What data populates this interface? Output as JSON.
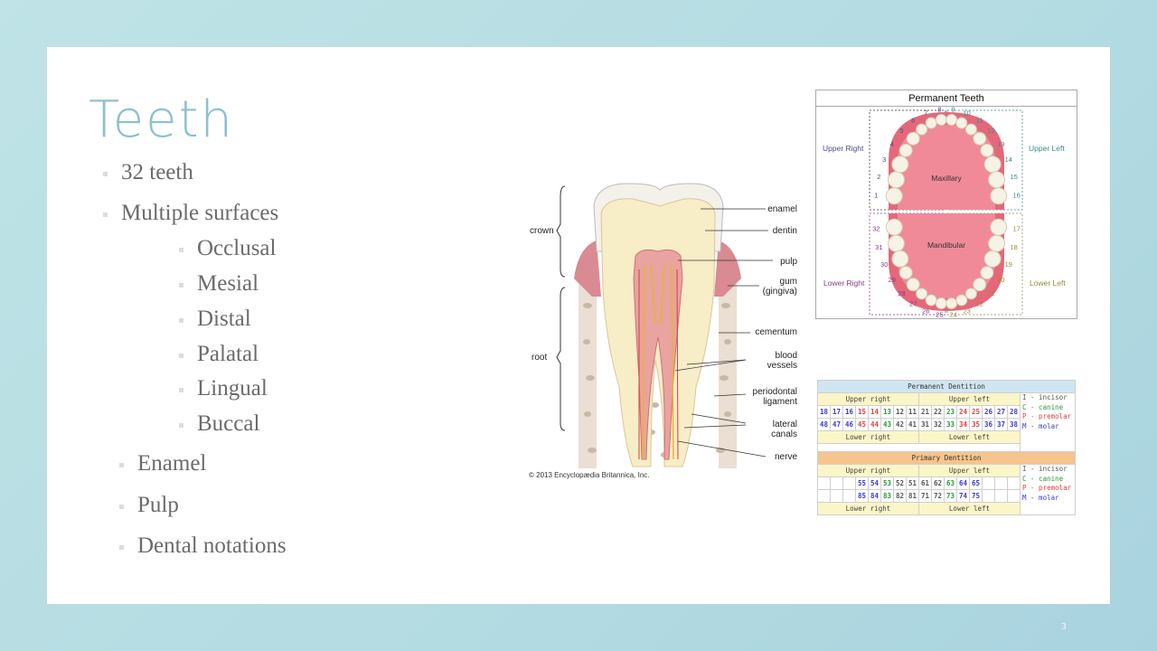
{
  "slide": {
    "title": "Teeth",
    "page_number": "3",
    "bullets": [
      {
        "text": "32 teeth",
        "level": 1
      },
      {
        "text": "Multiple surfaces",
        "level": 1
      },
      {
        "text": "Occlusal",
        "level": 2
      },
      {
        "text": "Mesial",
        "level": 2
      },
      {
        "text": "Distal",
        "level": 2
      },
      {
        "text": "Palatal",
        "level": 2
      },
      {
        "text": "Lingual",
        "level": 2
      },
      {
        "text": "Buccal",
        "level": 2
      },
      {
        "text": "Enamel",
        "level": 1
      },
      {
        "text": "Pulp",
        "level": 1
      },
      {
        "text": "Dental notations",
        "level": 1
      }
    ]
  },
  "tooth_diagram": {
    "labels": {
      "crown": "crown",
      "root": "root",
      "enamel": "enamel",
      "dentin": "dentin",
      "pulp": "pulp",
      "gum": "gum\n(gingiva)",
      "cementum": "cementum",
      "blood_vessels": "blood\nvessels",
      "periodontal": "periodontal\nligament",
      "lateral": "lateral\ncanals",
      "nerve": "nerve"
    },
    "copyright": "© 2013 Encyclopædia Britannica, Inc."
  },
  "permanent_teeth": {
    "title": "Permanent Teeth",
    "upper_right": "Upper Right",
    "upper_left": "Upper Left",
    "lower_right": "Lower Right",
    "lower_left": "Lower Left",
    "maxillary": "Maxillary",
    "mandibular": "Mandibular",
    "upper_numbers": [
      "1",
      "2",
      "3",
      "4",
      "5",
      "6",
      "7",
      "8",
      "9",
      "10",
      "11",
      "12",
      "13",
      "14",
      "15",
      "16"
    ],
    "lower_numbers": [
      "17",
      "18",
      "19",
      "20",
      "21",
      "22",
      "23",
      "24",
      "25",
      "26",
      "27",
      "28",
      "29",
      "30",
      "31",
      "32"
    ],
    "colors": {
      "upper_right": "#4a4a8a",
      "upper_left": "#3a8a8a",
      "lower_right": "#8a3a8a",
      "lower_left": "#9a8a3a",
      "gum": "#e8687a",
      "palate": "#f08a98"
    }
  },
  "dentition": {
    "permanent_title": "Permanent Dentition",
    "primary_title": "Primary Dentition",
    "upper_right": "Upper right",
    "upper_left": "Upper left",
    "lower_right": "Lower right",
    "lower_left": "Lower left",
    "legend": [
      "I - incisor",
      "C - canine",
      "P - premolar",
      "M - molar"
    ],
    "permanent_upper": [
      [
        "18",
        "M"
      ],
      [
        "17",
        "M"
      ],
      [
        "16",
        "M"
      ],
      [
        "15",
        "P"
      ],
      [
        "14",
        "P"
      ],
      [
        "13",
        "C"
      ],
      [
        "12",
        "I"
      ],
      [
        "11",
        "I"
      ],
      [
        "21",
        "I"
      ],
      [
        "22",
        "I"
      ],
      [
        "23",
        "C"
      ],
      [
        "24",
        "P"
      ],
      [
        "25",
        "P"
      ],
      [
        "26",
        "M"
      ],
      [
        "27",
        "M"
      ],
      [
        "28",
        "M"
      ]
    ],
    "permanent_lower": [
      [
        "48",
        "M"
      ],
      [
        "47",
        "M"
      ],
      [
        "46",
        "M"
      ],
      [
        "45",
        "P"
      ],
      [
        "44",
        "P"
      ],
      [
        "43",
        "C"
      ],
      [
        "42",
        "I"
      ],
      [
        "41",
        "I"
      ],
      [
        "31",
        "I"
      ],
      [
        "32",
        "I"
      ],
      [
        "33",
        "C"
      ],
      [
        "34",
        "P"
      ],
      [
        "35",
        "P"
      ],
      [
        "36",
        "M"
      ],
      [
        "37",
        "M"
      ],
      [
        "38",
        "M"
      ]
    ],
    "primary_upper": [
      [
        "",
        ""
      ],
      [
        "",
        ""
      ],
      [
        "",
        ""
      ],
      [
        "55",
        "M"
      ],
      [
        "54",
        "M"
      ],
      [
        "53",
        "C"
      ],
      [
        "52",
        "I"
      ],
      [
        "51",
        "I"
      ],
      [
        "61",
        "I"
      ],
      [
        "62",
        "I"
      ],
      [
        "63",
        "C"
      ],
      [
        "64",
        "M"
      ],
      [
        "65",
        "M"
      ],
      [
        "",
        ""
      ],
      [
        "",
        ""
      ],
      [
        "",
        ""
      ]
    ],
    "primary_lower": [
      [
        "",
        ""
      ],
      [
        "",
        ""
      ],
      [
        "",
        ""
      ],
      [
        "85",
        "M"
      ],
      [
        "84",
        "M"
      ],
      [
        "83",
        "C"
      ],
      [
        "82",
        "I"
      ],
      [
        "81",
        "I"
      ],
      [
        "71",
        "I"
      ],
      [
        "72",
        "I"
      ],
      [
        "73",
        "C"
      ],
      [
        "74",
        "M"
      ],
      [
        "75",
        "M"
      ],
      [
        "",
        ""
      ],
      [
        "",
        ""
      ],
      [
        "",
        ""
      ]
    ]
  }
}
